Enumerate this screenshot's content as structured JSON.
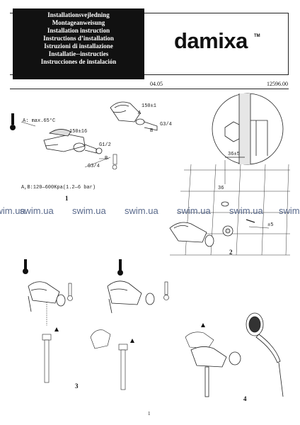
{
  "header": {
    "titles": [
      "Installationsvejledning",
      "Montageanweisung",
      "Installation instruction",
      "Instructions d’installation",
      "Istruzioni di installazione",
      "Installatie--instructies",
      "Instrucciones de instalación"
    ],
    "brand": "damixa",
    "trademark": "TM",
    "date": "04.05",
    "doc_number": "12596.00"
  },
  "figure1": {
    "temp_label": "A: max.65°C",
    "dim1": "150±16",
    "g12": "G1/2",
    "g34": "G3/4",
    "b": "B",
    "pressure": "A,B:120—600Kpa(1.2—6 bar)",
    "number": "1",
    "top_dim": "150±1",
    "top_a": "A",
    "top_b": "B",
    "top_g34": "G3/4"
  },
  "figure2": {
    "dim36": "36±5",
    "dim36b": "36",
    "dim5": "±5",
    "number": "2"
  },
  "figure3": {
    "number": "3"
  },
  "figure4": {
    "number": "4"
  },
  "watermark": "swim.ua",
  "footer": {
    "page": "1"
  }
}
